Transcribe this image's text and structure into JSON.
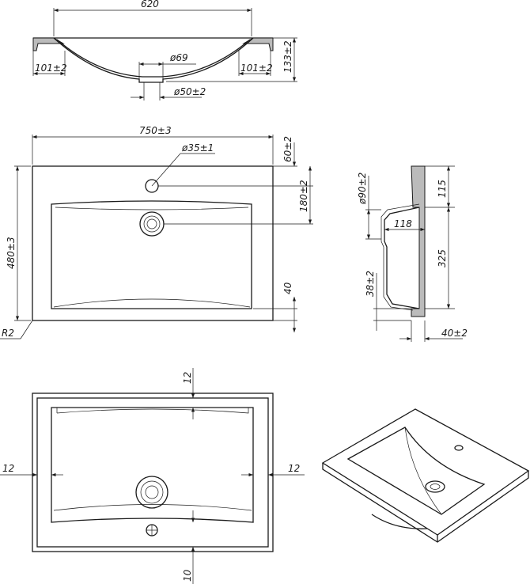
{
  "section_view": {
    "width": "620",
    "rim_left": "101±2",
    "rim_right": "101±2",
    "drain_outer": "ø69",
    "depth": "133±2",
    "drain_inner": "ø50±2"
  },
  "plan_view": {
    "width": "750±3",
    "tap_hole": "ø35±1",
    "tap_offset": "60±2",
    "drain_offset": "180±2",
    "front_margin": "40",
    "depth": "480±3",
    "corner_radius": "R2"
  },
  "side_view": {
    "drain_dia": "ø90±2",
    "top_rim": "115",
    "drain_depth": "118",
    "basin_length": "325",
    "front_height": "38±2",
    "thickness": "40±2"
  },
  "bottom_view": {
    "top_margin": "12",
    "left_margin": "12",
    "right_margin": "12",
    "bottom_margin": "10"
  }
}
